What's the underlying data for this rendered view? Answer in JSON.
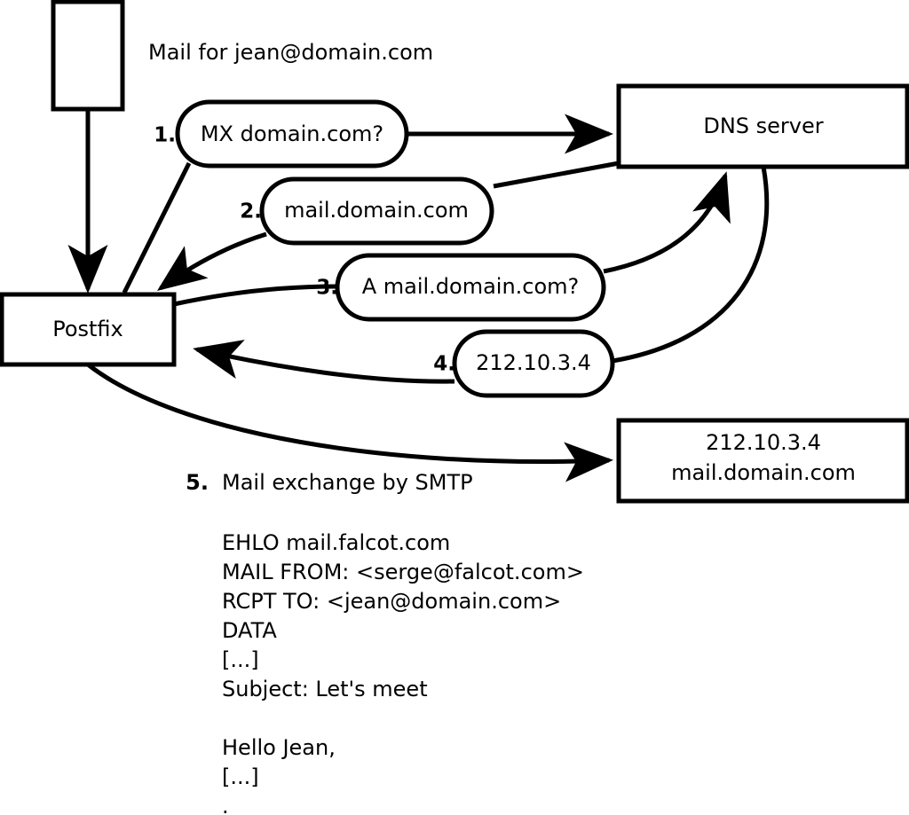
{
  "diagram": {
    "title_caption": "Mail for jean@domain.com",
    "nodes": [
      {
        "id": "client",
        "label": "",
        "kind": "rect"
      },
      {
        "id": "postfix",
        "label": "Postfix",
        "kind": "rect"
      },
      {
        "id": "dns",
        "label": "DNS server",
        "kind": "rect"
      },
      {
        "id": "target",
        "label_line1": "212.10.3.4",
        "label_line2": "mail.domain.com",
        "kind": "rect"
      }
    ],
    "steps": [
      {
        "num": "1.",
        "label": "MX domain.com?"
      },
      {
        "num": "2.",
        "label": "mail.domain.com"
      },
      {
        "num": "3.",
        "label": "A mail.domain.com?"
      },
      {
        "num": "4.",
        "label": "212.10.3.4"
      }
    ],
    "smtp": {
      "num": "5.",
      "label": "Mail exchange by SMTP",
      "transcript": [
        "EHLO mail.falcot.com",
        "MAIL FROM: <serge@falcot.com>",
        "RCPT TO: <jean@domain.com>",
        "DATA",
        "[...]",
        "Subject: Let's meet",
        "",
        "Hello Jean,",
        "[...]",
        "."
      ]
    },
    "colors": {
      "stroke": "#000000",
      "fill": "#ffffff",
      "background": "#ffffff"
    }
  }
}
